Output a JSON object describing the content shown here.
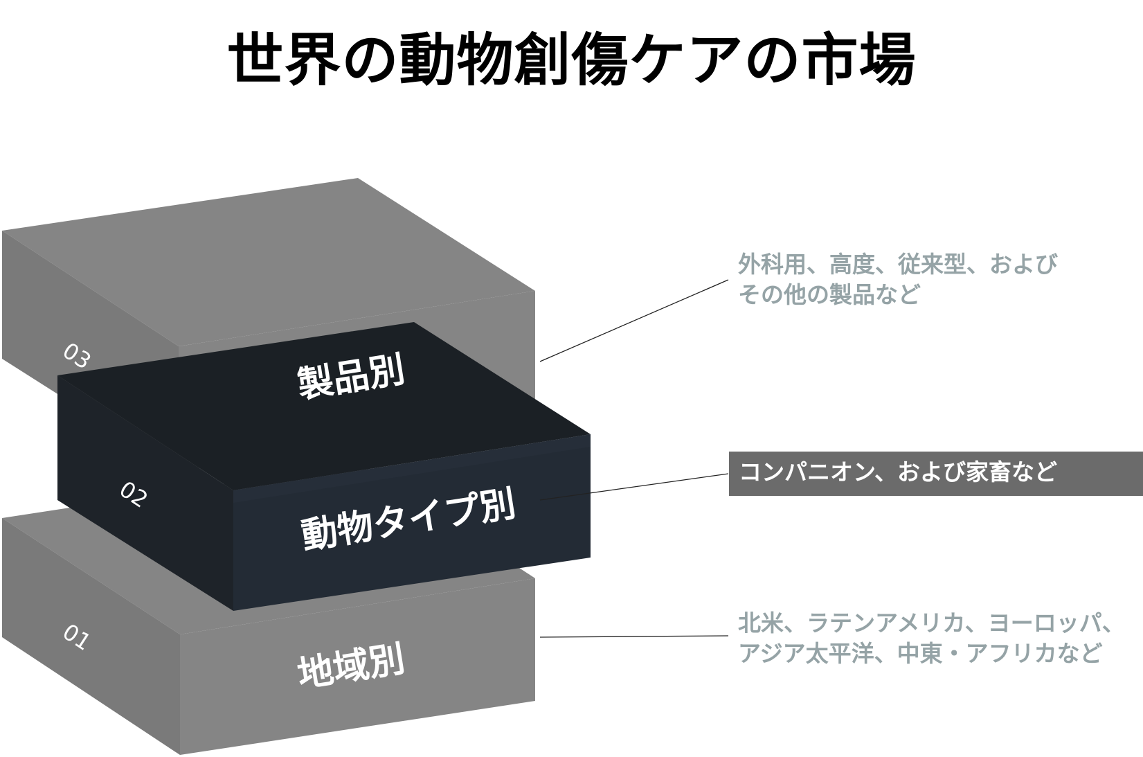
{
  "title": "世界の動物創傷ケアの市場",
  "layers": [
    {
      "number": "03",
      "label": "製品別",
      "description": [
        "外科用、高度、従来型、および",
        "その他の製品など"
      ]
    },
    {
      "number": "02",
      "label": "動物タイプ別",
      "description": [
        "コンパニオン、および家畜など"
      ]
    },
    {
      "number": "01",
      "label": "地域別",
      "description": [
        "北米、ラテンアメリカ、ヨーロッパ、",
        "アジア太平洋、中東・アフリカなど"
      ]
    }
  ],
  "colors": {
    "gray_block": "#808080",
    "dark_block": "#1f262e",
    "description_text": "#95a3a6",
    "highlight_box": "#6b6b6b"
  }
}
